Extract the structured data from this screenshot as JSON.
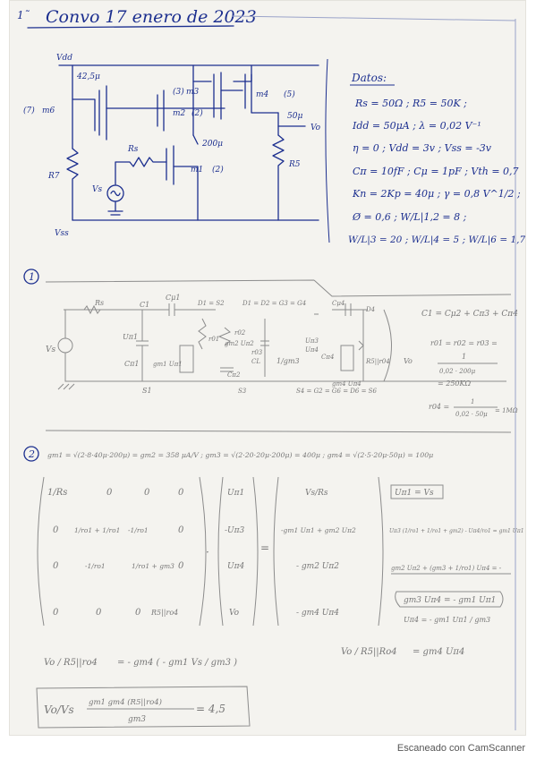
{
  "header": {
    "index": "1˜",
    "title": "Convo 17 enero de 2023"
  },
  "circuit1": {
    "vdd": "Vdd",
    "vss": "Vss",
    "i_m6": "42,5μ",
    "m6": "m6",
    "m6_ref": "(7)",
    "m3": "m3",
    "m3_ref": "(3)",
    "m2": "m2",
    "m2_ref": "(2)",
    "m4": "m4",
    "m4_ref": "(5)",
    "m1": "m1",
    "m1_ref": "(2)",
    "i_200": "200μ",
    "i_50": "50μ",
    "vo": "Vo",
    "r7": "R7",
    "r5": "R5",
    "rs": "Rs",
    "vs": "Vs"
  },
  "datos": {
    "title": "Datos:",
    "lines": [
      "Rs = 50Ω ; R5 = 50K ;",
      "Idd = 50μA ; λ = 0,02 V⁻¹",
      "η = 0 ; Vdd = 3v ; Vss = -3v",
      "Cπ = 10fF ; Cμ = 1pF ; Vth = 0,7",
      "Kn = 2Kp = 40μ ; γ = 0,8 V^1/2 ;",
      "Ø = 0,6 ; W/L|1,2 = 8 ;",
      "W/L|3 = 20 ; W/L|4 = 5 ; W/L|6 = 1,7"
    ]
  },
  "section1": {
    "number": "1",
    "rs": "Rs",
    "vs": "Vs",
    "c1": "C1",
    "cmu1": "Cμ1",
    "d1s2": "D1 = S2",
    "node": "D1 = D2 = G3 = G4",
    "cmu4": "Cμ4",
    "d4": "D4",
    "upi1": "Uπ1",
    "cpi1": "Cπ1",
    "gm1": "gm1 Uπ1",
    "r01": "r01",
    "gm2": "gm2 Uπ2",
    "r02": "r02",
    "cpi2": "Cπ2",
    "r03": "r03",
    "cl": "CL",
    "gm3": "1/gm3",
    "upi3": "Uπ3",
    "upi4": "Uπ4",
    "cpi4": "Cπ4",
    "gm4": "gm4 Uπ4",
    "rsro4": "R5||r04",
    "vo": "Vo",
    "s1": "S1",
    "s3": "S3",
    "s4": "S4 = G2 = G6 = D6 = S6",
    "cl_formula": "C1 = Cμ2 + Cπ3 + Cπ4",
    "r_eq": "r01 = r02 = r03 =",
    "r_frac_num": "1",
    "r_frac_den": "0,02 · 200μ",
    "r_val": "= 250KΩ",
    "r04": "r04 =",
    "r04_num": "1",
    "r04_den": "0,02 · 50μ",
    "r04_val": "= 1MΩ"
  },
  "section2": {
    "number": "2",
    "gm_line": "gm1 = √(2·8·40μ·200μ) = gm2 = 358 μA/V ;  gm3 = √(2·20·20μ·200μ) = 400μ ;  gm4 = √(2·5·20μ·50μ) = 100μ",
    "matrix": [
      [
        "1/Rs",
        "0",
        "0",
        "0"
      ],
      [
        "0",
        "1/ro1 + 1/ro1",
        "-1/ro1",
        "0"
      ],
      [
        "0",
        "-1/ro1",
        "1/ro1 + gm3",
        "0"
      ],
      [
        "0",
        "0",
        "0",
        "R5||ro4"
      ]
    ],
    "vector_u": [
      "Uπ1",
      "-Uπ3",
      "Uπ4",
      "Vo"
    ],
    "vector_rhs": [
      "Vs/Rs",
      "-gm1 Uπ1 + gm2 Uπ2",
      "- gm2 Uπ2",
      "- gm4 Uπ4"
    ],
    "side_notes": [
      "Uπ1 = Vs",
      "Uπ3 (1/ro1 + 1/ro1 + gm2) - Uπ4/ro1 = gm1 Uπ1",
      "gm2 Uπ2 + (gm3 + 1/ro1) Uπ4 = -",
      "gm3 Uπ4 = - gm1 Uπ1",
      "Uπ4 = - gm1 Uπ1 / gm3"
    ],
    "eq_left_lhs": "Vo / R5||ro4",
    "eq_left_rhs": "= - gm4 ( - gm1 Vs / gm3 )",
    "eq_right_lhs": "Vo / R5||Ro4",
    "eq_right_rhs": "= gm4 Uπ4",
    "result_lhs": "Vo/Vs",
    "result_num": "gm1 gm4 (R5||ro4)",
    "result_den": "gm3",
    "result_val": "= 4,5"
  },
  "footer": "Escaneado con CamScanner"
}
